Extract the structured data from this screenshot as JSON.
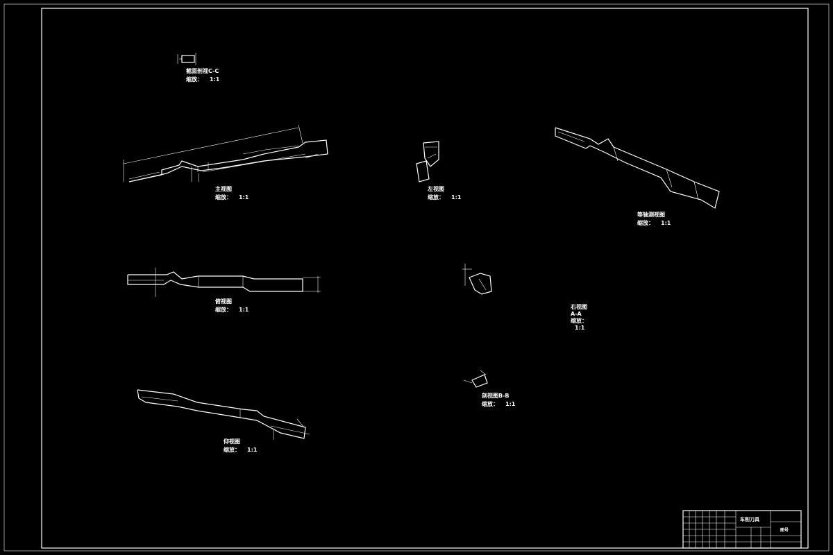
{
  "views": {
    "section_cc": {
      "title": "截面剖视C-C",
      "scale_label": "缩放：",
      "scale_value": "1:1"
    },
    "front": {
      "title": "主视图",
      "scale_label": "缩放：",
      "scale_value": "1:1"
    },
    "left": {
      "title": "左视图",
      "scale_label": "缩放：",
      "scale_value": "1:1"
    },
    "iso": {
      "title": "等轴测视图",
      "scale_label": "缩放：",
      "scale_value": "1:1"
    },
    "top": {
      "title": "俯视图",
      "scale_label": "缩放：",
      "scale_value": "1:1"
    },
    "right": {
      "title": "右视图",
      "subtitle": "A-A",
      "scale_label": "缩放：",
      "scale_value": "1:1"
    },
    "bottom": {
      "title": "仰视图",
      "scale_label": "缩放：",
      "scale_value": "1:1"
    },
    "section_bb": {
      "title": "剖视图B-B",
      "scale_label": "缩放：",
      "scale_value": "1:1"
    }
  },
  "title_block": {
    "part_name": "车削刀具",
    "drawing_code": "图号"
  },
  "colors": {
    "background": "#000000",
    "line": "#ffffff"
  }
}
